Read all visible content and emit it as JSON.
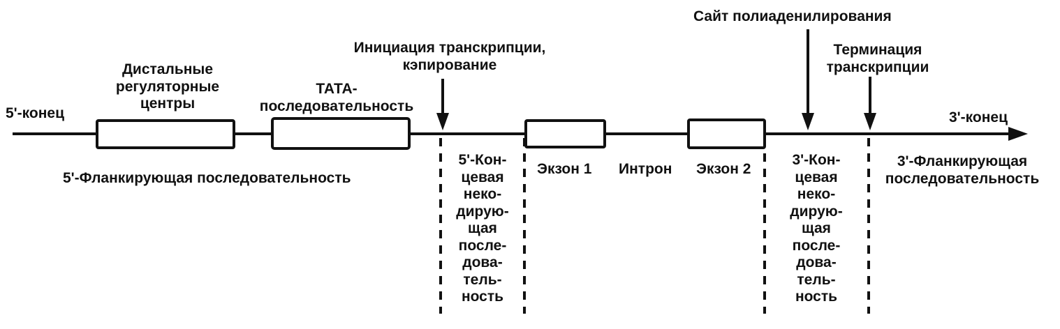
{
  "labels": {
    "five_end": "5'-конец",
    "three_end": "3'-конец",
    "distal_regulatory": [
      "Дистальные",
      "регуляторные",
      "центры"
    ],
    "tata": [
      "ТАТА-",
      "последовательность"
    ],
    "transcription_initiation": [
      "Инициация транскрипции,",
      "кэпирование"
    ],
    "polyadenylation_site": "Сайт полиаденилирования",
    "transcription_termination": [
      "Терминация",
      "транскрипции"
    ],
    "five_flanking": "5'-Фланкирующая последовательность",
    "three_flanking": [
      "3'-Фланкирующая",
      "последовательность"
    ],
    "exon1": "Экзон 1",
    "intron": "Интрон",
    "exon2": "Экзон 2",
    "five_utr": [
      "5'-Кон-",
      "цевая",
      "неко-",
      "дирую-",
      "щая",
      "после-",
      "дова-",
      "тель-",
      "ность"
    ],
    "three_utr": [
      "3'-Кон-",
      "цевая",
      "неко-",
      "дирую-",
      "щая",
      "после-",
      "дова-",
      "тель-",
      "ность"
    ]
  },
  "colors": {
    "ink": "#111111",
    "background": "#ffffff"
  }
}
